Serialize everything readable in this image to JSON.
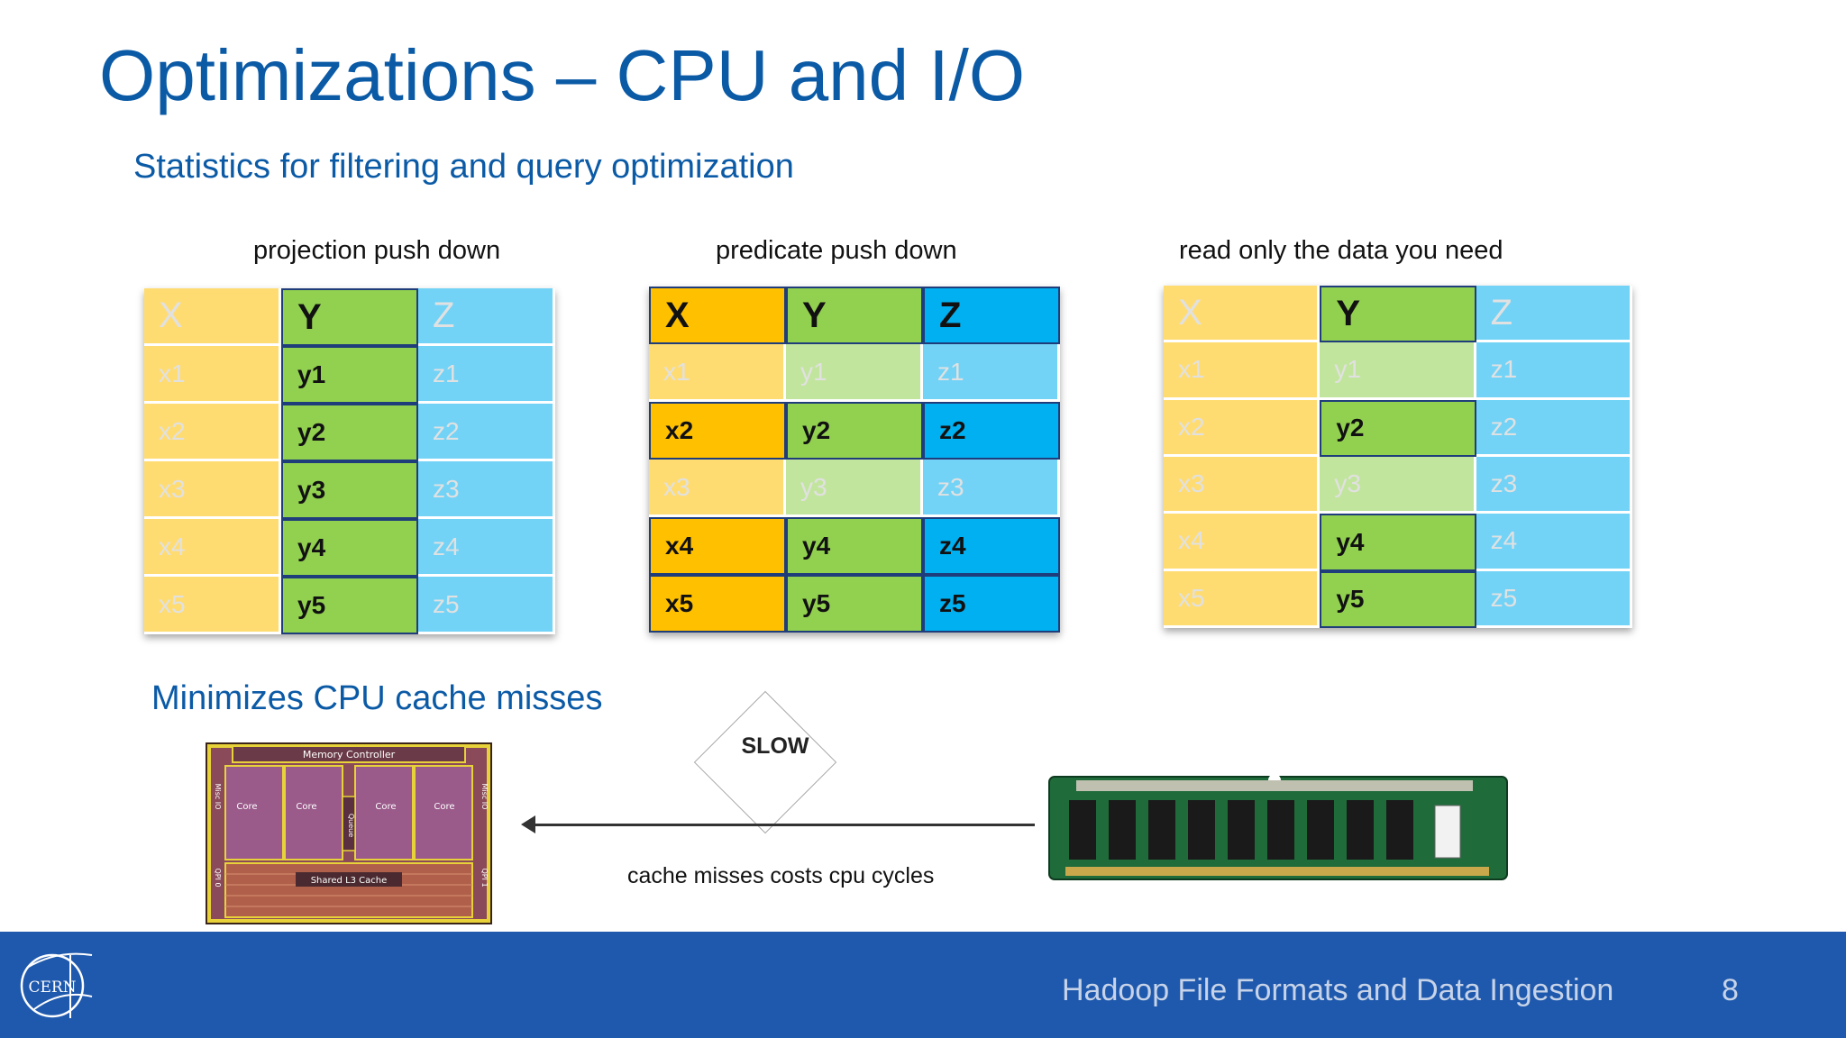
{
  "slide": {
    "title": "Optimizations – CPU and I/O",
    "subtitle": "Statistics for filtering and query optimization",
    "section2": "Minimizes CPU cache misses",
    "footer_text": "Hadoop File Formats and Data Ingestion",
    "page_number": "8"
  },
  "tables": [
    {
      "caption": "projection push down",
      "headers": [
        "X",
        "Y",
        "Z"
      ],
      "rows": [
        [
          "x1",
          "y1",
          "z1"
        ],
        [
          "x2",
          "y2",
          "z2"
        ],
        [
          "x3",
          "y3",
          "z3"
        ],
        [
          "x4",
          "y4",
          "z4"
        ],
        [
          "x5",
          "y5",
          "z5"
        ]
      ]
    },
    {
      "caption": "predicate push down",
      "headers": [
        "X",
        "Y",
        "Z"
      ],
      "rows": [
        [
          "x1",
          "y1",
          "z1"
        ],
        [
          "x2",
          "y2",
          "z2"
        ],
        [
          "x3",
          "y3",
          "z3"
        ],
        [
          "x4",
          "y4",
          "z4"
        ],
        [
          "x5",
          "y5",
          "z5"
        ]
      ]
    },
    {
      "caption": "read only the data you need",
      "headers": [
        "X",
        "Y",
        "Z"
      ],
      "rows": [
        [
          "x1",
          "y1",
          "z1"
        ],
        [
          "x2",
          "y2",
          "z2"
        ],
        [
          "x3",
          "y3",
          "z3"
        ],
        [
          "x4",
          "y4",
          "z4"
        ],
        [
          "x5",
          "y5",
          "z5"
        ]
      ]
    }
  ],
  "cpu_image": {
    "memory_controller": "Memory Controller",
    "cores": [
      "Core",
      "Core",
      "Core",
      "Core"
    ],
    "queue": "Queue",
    "shared_cache": "Shared L3 Cache",
    "misc_left": "Misc IO",
    "misc_right": "Misc IO",
    "qpi_left": "QPI 0",
    "qpi_right": "QPI 1"
  },
  "diagram": {
    "slow_label": "SLOW",
    "arrow_caption": "cache misses costs cpu cycles"
  },
  "colors": {
    "title_blue": "#0b5aa6",
    "footer_blue": "#1f59ad",
    "col_x": "#ffc000",
    "col_y": "#92d050",
    "col_z": "#00b0f0"
  },
  "logo": {
    "text": "CERN"
  }
}
